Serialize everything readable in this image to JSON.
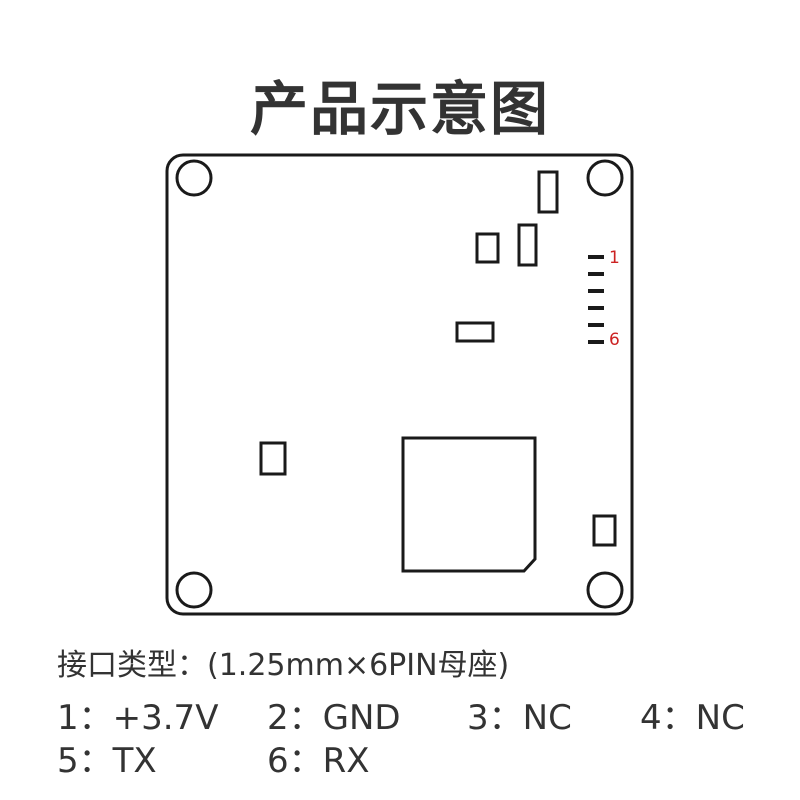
{
  "title": "产品示意图",
  "header_pins": {
    "first": "1",
    "last": "6",
    "label_color": "#cc2222",
    "count": 6
  },
  "interface_type": "接口类型：(1.25mm×6PIN母座)",
  "pins": [
    {
      "label": "1：+3.7V"
    },
    {
      "label": "2：GND"
    },
    {
      "label": "3：NC"
    },
    {
      "label": "4：NC"
    },
    {
      "label": "5：TX"
    },
    {
      "label": "6：RX"
    }
  ],
  "colors": {
    "outline": "#1a1a1a",
    "text": "#333333",
    "background": "#ffffff"
  }
}
